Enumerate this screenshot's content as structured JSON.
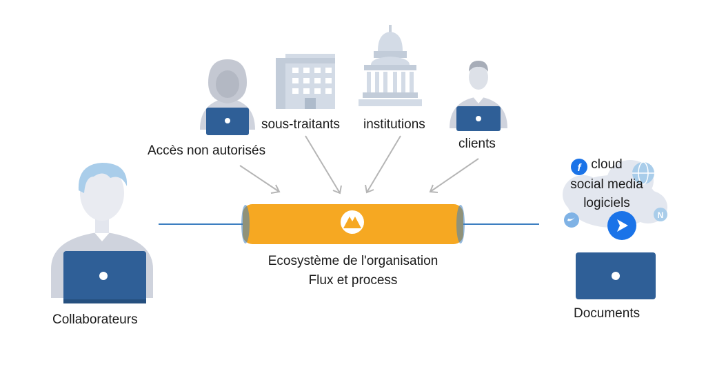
{
  "labels": {
    "unauthorized": "Accès non autorisés",
    "subcontractors": "sous-traitants",
    "institutions": "institutions",
    "clients": "clients",
    "collaborators": "Collaborateurs",
    "ecosystem_line1": "Ecosystème de l'organisation",
    "ecosystem_line2": "Flux et process",
    "cloud_line1": "cloud",
    "cloud_line2": "social media",
    "cloud_line3": "logiciels",
    "documents": "Documents"
  },
  "icons": {
    "facebook": "f",
    "extra_badge": "N"
  },
  "colors": {
    "pipe_orange": "#f6a822",
    "pipe_blue": "#3d7fc1",
    "laptop_blue": "#2f5f97",
    "person_gray": "#cfd3dd",
    "hair_blue": "#a9cdea",
    "building_gray": "#d3dbe6",
    "arrow_gray": "#b5b5b5",
    "cloud_gray": "#e3e7ef",
    "social_blue": "#1a73e8"
  }
}
